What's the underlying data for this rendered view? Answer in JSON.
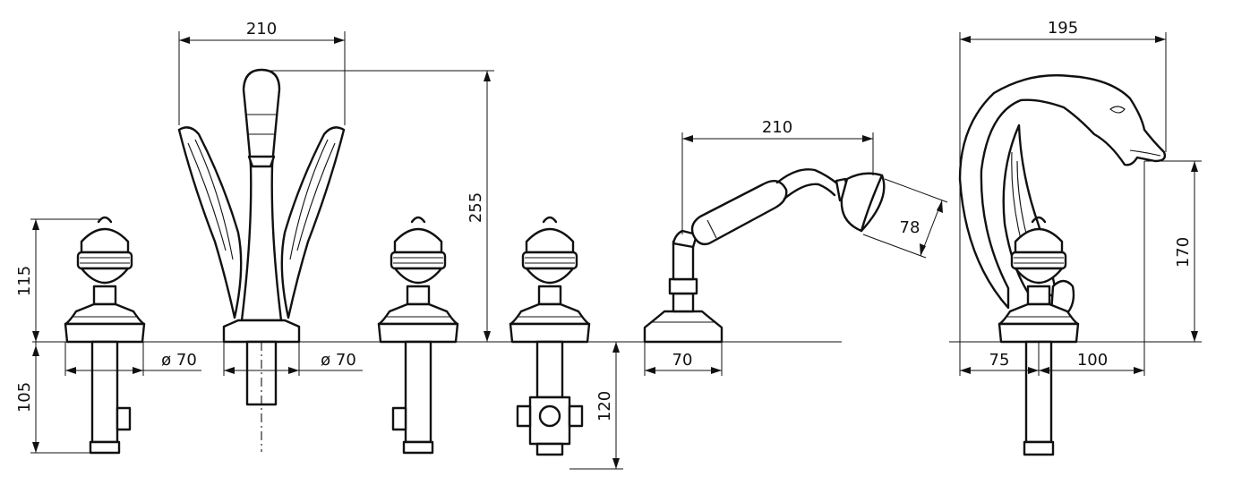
{
  "dimensions": {
    "spout_width": "210",
    "spout_height": "255",
    "handle_height": "115",
    "handle_depth": "105",
    "handle_diameter": "ø 70",
    "spout_diameter": "ø 70",
    "diverter_depth": "120",
    "hand_shower_length": "210",
    "shower_head_size": "78",
    "shower_base_width": "70",
    "swan_width": "195",
    "swan_height": "170",
    "swan_left_offset": "75",
    "swan_right_offset": "100"
  }
}
